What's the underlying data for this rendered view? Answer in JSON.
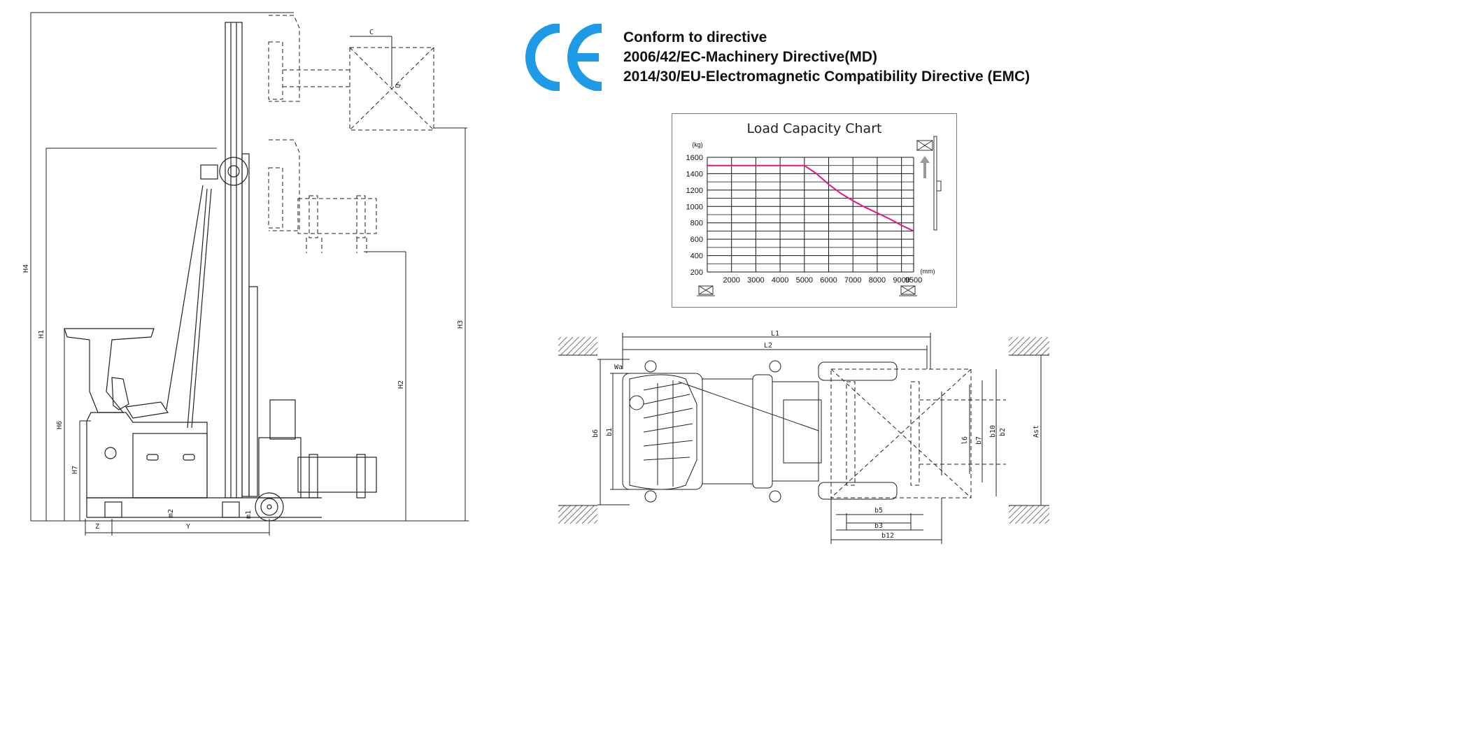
{
  "directive": {
    "line1": "Conform to directive",
    "line2": "2006/42/EC-Machinery Directive(MD)",
    "line3": "2014/30/EU-Electromagnetic Compatibility Directive (EMC)"
  },
  "ce_mark": {
    "color": "#1e9be6"
  },
  "side_view_labels": {
    "h4": "H4",
    "h1": "H1",
    "h6": "H6",
    "h7": "H7",
    "h2": "H2",
    "h3": "H3",
    "c": "C",
    "q": "Q",
    "m2": "m2",
    "m1": "m1",
    "z": "Z",
    "y": "Y"
  },
  "top_view_labels": {
    "l1": "L1",
    "l2": "L2",
    "wa": "Wa",
    "b6": "b6",
    "b1": "b1",
    "l6": "l6",
    "b7": "b7",
    "b10": "b10",
    "b2": "b2",
    "ast": "Ast",
    "b5": "b5",
    "b3": "b3",
    "b12": "b12"
  },
  "chart_data": {
    "type": "line",
    "title": "Load Capacity Chart",
    "y_unit": "(kg)",
    "x_unit": "(mm)",
    "x_ticks": [
      2000,
      3000,
      4000,
      5000,
      6000,
      7000,
      8000,
      9000,
      9500
    ],
    "y_ticks": [
      200,
      400,
      600,
      800,
      1000,
      1200,
      1400,
      1600
    ],
    "xlim": [
      1000,
      9500
    ],
    "ylim": [
      200,
      1600
    ],
    "grid": true,
    "series": [
      {
        "color": "#e0158a",
        "x": [
          1000,
          5000,
          5500,
          6000,
          6500,
          7000,
          7500,
          8000,
          8500,
          9000,
          9500
        ],
        "y": [
          1500,
          1500,
          1400,
          1270,
          1160,
          1070,
          990,
          920,
          850,
          770,
          700
        ]
      }
    ]
  }
}
